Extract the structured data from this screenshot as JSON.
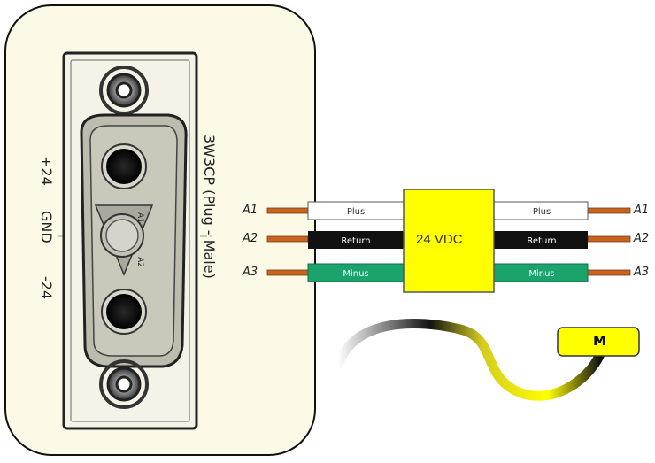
{
  "connector": {
    "name_label": "3W3CP (Plug - Male)",
    "pin_functions": [
      "+24",
      "GND",
      "-24"
    ]
  },
  "cable": {
    "pins": [
      "A1",
      "A2",
      "A3"
    ],
    "wires": [
      {
        "label": "Plus",
        "fill": "#ffffff",
        "text": "#333333"
      },
      {
        "label": "Return",
        "fill": "#111111",
        "text": "#ffffff"
      },
      {
        "label": "Minus",
        "fill": "#1aa36b",
        "text": "#ffffff"
      }
    ],
    "supply_label": "24 VDC",
    "supply_color": "#ffff00"
  },
  "motor": {
    "label": "M",
    "color": "#ffff00"
  },
  "colors": {
    "panel_bg": "#fcfae6",
    "panel_border": "#111111",
    "pin_brown": "#c8641e"
  }
}
